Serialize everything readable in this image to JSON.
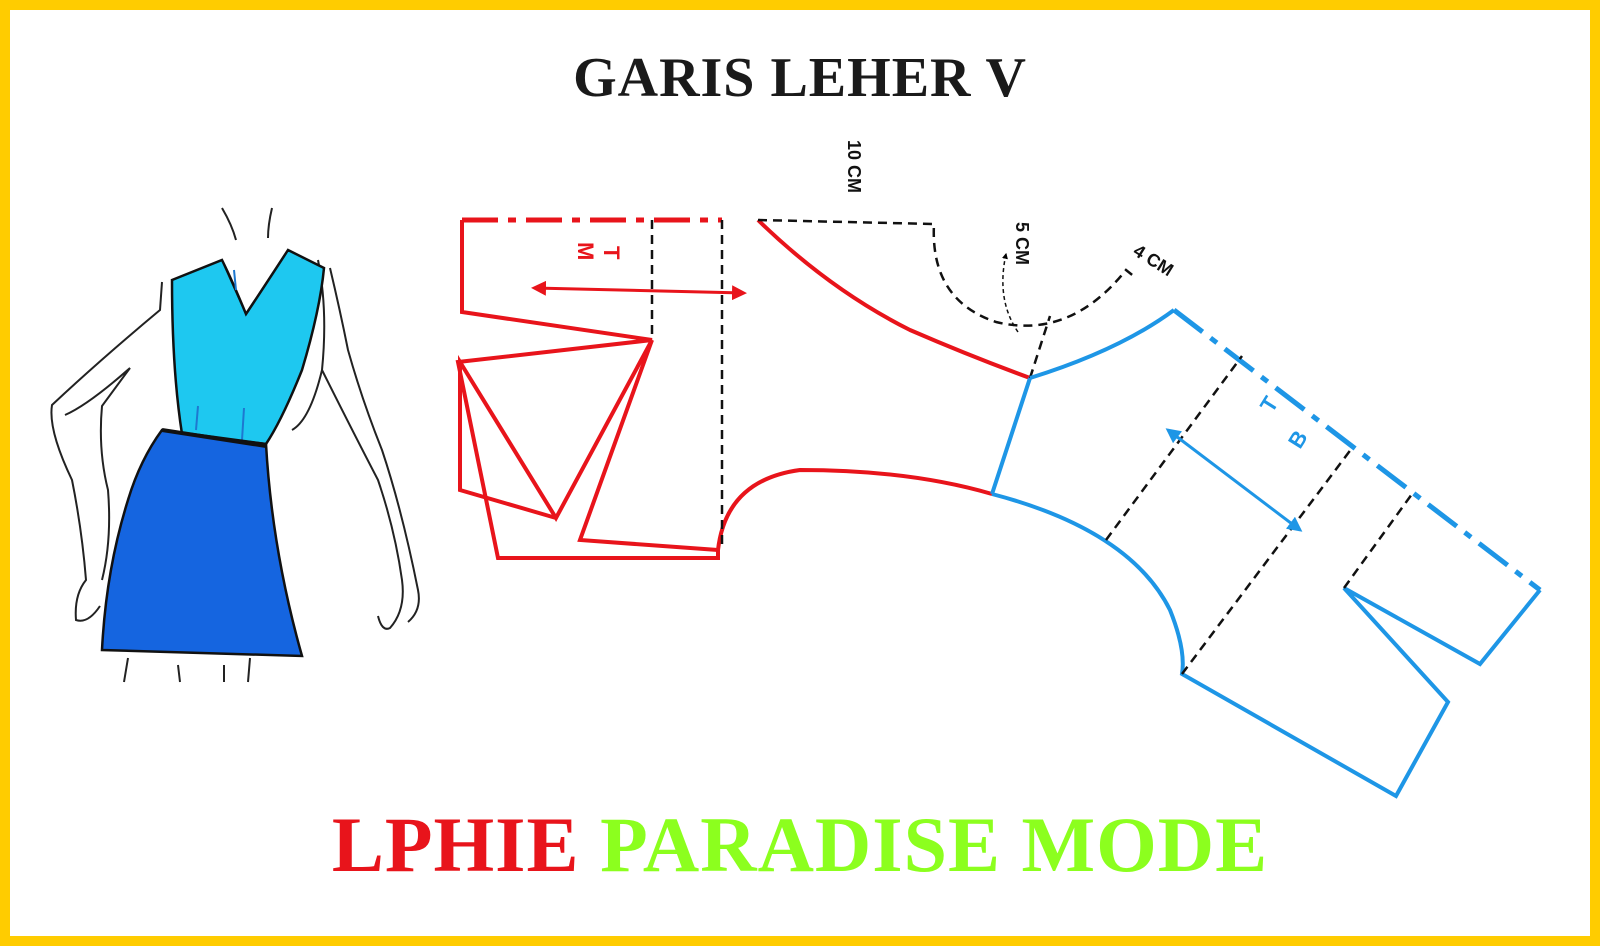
{
  "title": "GARIS LEHER V",
  "brand": {
    "part1": "LPHIE",
    "part2": "PARADISE MODE"
  },
  "labels": {
    "measure_10": "10 CM",
    "measure_5": "5 CM",
    "measure_4": "4 CM",
    "front_t": "T",
    "front_m": "M",
    "back_t": "T",
    "back_b": "B"
  },
  "colors": {
    "border": "#ffcc00",
    "front_pattern": "#e8141b",
    "back_pattern": "#1e96e6",
    "top_garment": "#1ec8f0",
    "skirt": "#1565e0",
    "brand_part1": "#e8141b",
    "brand_part2": "#8cff1e"
  }
}
